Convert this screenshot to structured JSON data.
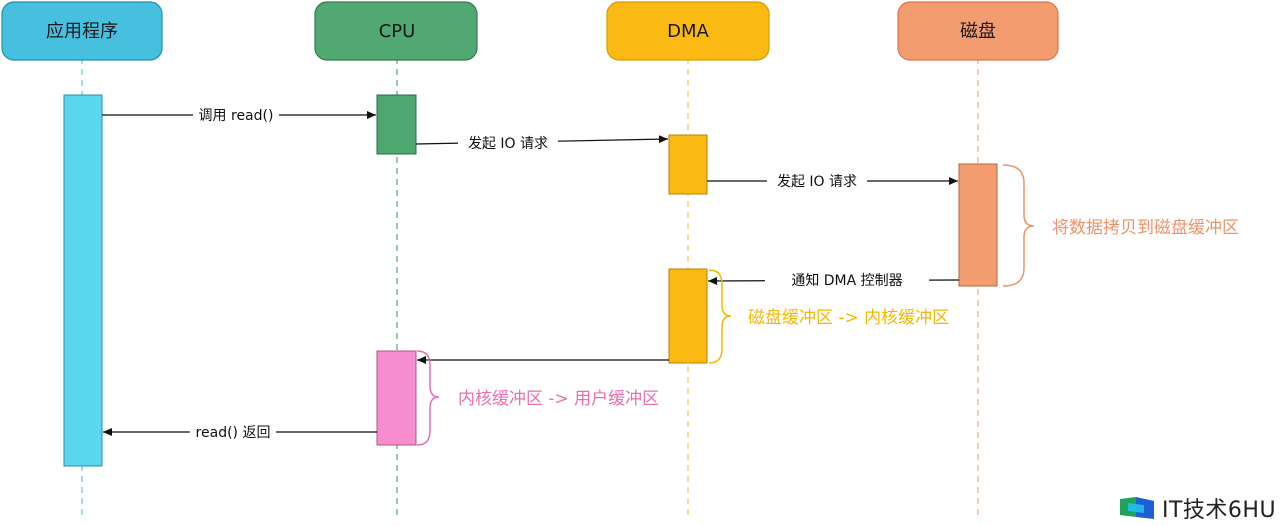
{
  "participants": {
    "app": {
      "name": "应用程序",
      "fill": "#47BFDF",
      "stroke": "#1F8FB3",
      "lifeline": "#5CC7D9",
      "bar": "#5AD6EE"
    },
    "cpu": {
      "name": "CPU",
      "fill": "#52A872",
      "stroke": "#2E7D4B",
      "lifeline": "#4FA67A",
      "bar": "#4DA870"
    },
    "dma": {
      "name": "DMA",
      "fill": "#FBB913",
      "stroke": "#D89C00",
      "lifeline": "#F2C94C",
      "bar": "#FBB913"
    },
    "disk": {
      "name": "磁盘",
      "fill": "#F39C70",
      "stroke": "#D9774B",
      "lifeline": "#F0A98A",
      "bar": "#F39C70"
    }
  },
  "cpu_copy_bar_color": "#F78DCF",
  "messages": [
    {
      "from": "app",
      "to": "cpu",
      "label": "调用 read()"
    },
    {
      "from": "cpu",
      "to": "dma",
      "label": "发起 IO 请求"
    },
    {
      "from": "dma",
      "to": "disk",
      "label": "发起 IO 请求"
    },
    {
      "from": "disk",
      "to": "dma",
      "label": "通知 DMA 控制器"
    },
    {
      "from": "dma",
      "to": "cpu",
      "label": ""
    },
    {
      "from": "cpu",
      "to": "app",
      "label": "read() 返回"
    }
  ],
  "notes": [
    {
      "text": "将数据拷贝到磁盘缓冲区",
      "color": "#F0926A"
    },
    {
      "text": "磁盘缓冲区 -> 内核缓冲区",
      "color": "#F5B800"
    },
    {
      "text": "内核缓冲区 -> 用户缓冲区",
      "color": "#EB6FB0"
    }
  ],
  "watermark": {
    "text": "IT技术6HU",
    "logo": "ithu-logo-icon"
  }
}
